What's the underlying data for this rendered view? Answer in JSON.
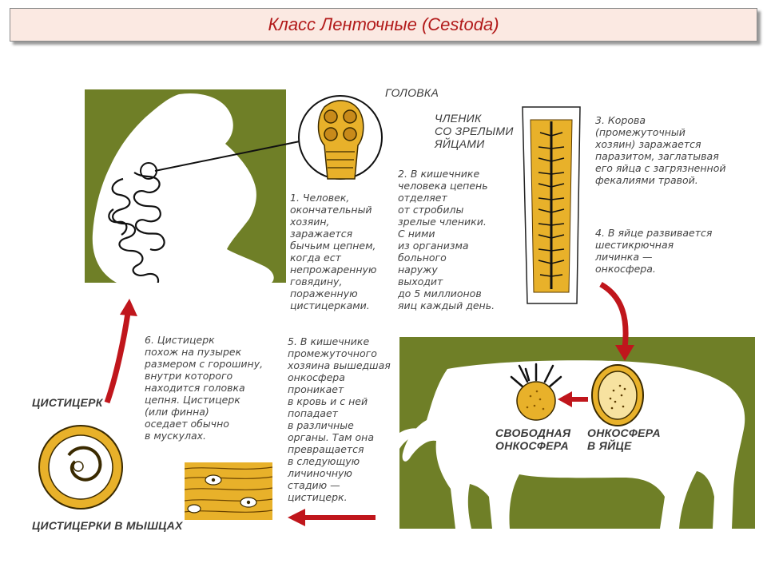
{
  "title": "Класс Ленточные (Cestoda)",
  "labels": {
    "head": "ГОЛОВКА",
    "segment": "ЧЛЕНИК\nСО ЗРЕЛЫМИ\nЯЙЦАМИ",
    "free_oncosphere": "СВОБОДНАЯ\nОНКОСФЕРА",
    "egg_oncosphere": "ОНКОСФЕРА\nВ ЯЙЦЕ",
    "cysticercus": "ЦИСТИЦЕРК",
    "cysticerci_muscle": "ЦИСТИЦЕРКИ В МЫШЦАХ"
  },
  "captions": {
    "c1": "1. Человек,\nокончательный\nхозяин,\nзаражается\nбычьим цепнем,\nкогда ест\nнепрожаренную\nговядину,\nпораженную\nцистицерками.",
    "c2": "2. В кишечнике\nчеловека цепень\nотделяет\nот стробилы\nзрелые членики.\nС ними\nиз организма\nбольного\nнаружу\nвыходит\nдо 5 миллионов\nяиц каждый день.",
    "c3": "3. Корова\n(промежуточный\nхозяин) заражается\nпаразитом, заглатывая\nего яйца с загрязненной\nфекалиями травой.",
    "c4": "4. В яйце развивается\nшестикрючная\nличинка —\nонкосфера.",
    "c5": "5. В кишечнике\nпромежуточного\nхозяина вышедшая\nонкосфера\nпроникает\nв кровь и с ней\nпопадает\nв различные\nорганы. Там она\nпревращается\nв следующую\nличиночную\nстадию —\nцистицерк.",
    "c6": "6. Цистицерк\nпохож на пузырек\nразмером с горошину,\nвнутри которого\nнаходится головка\nцепня. Цистицерк\n(или финна)\nоседает обычно\nв мускулах."
  },
  "colors": {
    "panel_green": "#6f7f27",
    "arrow_red": "#c0161c",
    "title_red": "#b21a1a",
    "title_bg": "#fbe9e2",
    "yellow": "#e8b12a"
  }
}
